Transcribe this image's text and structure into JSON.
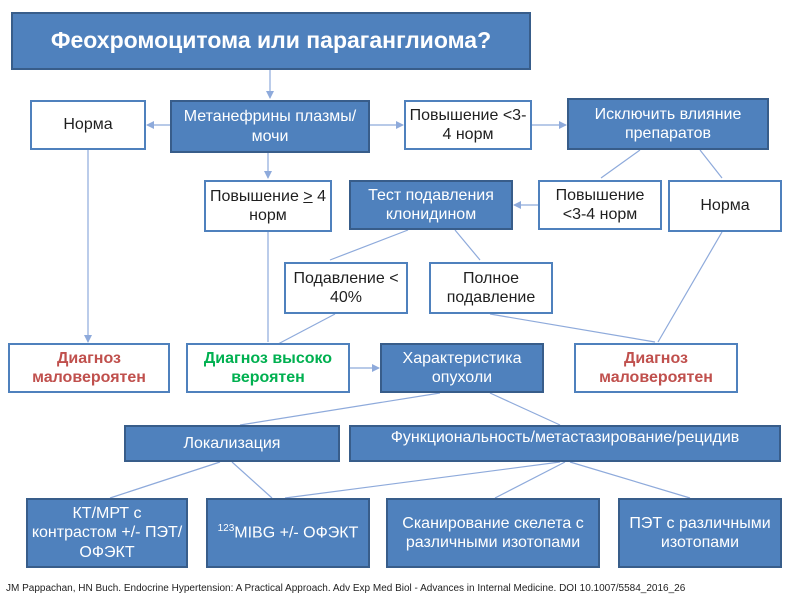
{
  "colors": {
    "box_fill": "#4f81bd",
    "box_border": "#385d8a",
    "line": "#8eaadb",
    "negative_diagnosis": "#c0504d",
    "positive_diagnosis": "#00b050"
  },
  "nodes": {
    "title": "Феохромоцитома или параганглиома?",
    "normal_left": "Норма",
    "metanephrines": "Метанефрины плазмы/мочи",
    "elevated_lt_3_4_top": "Повышение <3-4 норм",
    "exclude_drugs": "Исключить влияние препаратов",
    "elevated_ge_4_pre": "Повышение ",
    "elevated_ge_4_sym": ">",
    "elevated_ge_4_post": " 4 норм",
    "clonidine_test": "Тест подавления клонидином",
    "elevated_lt_3_4_mid": "Повышение <3-4 норм",
    "normal_right": "Норма",
    "suppression_lt_40": "Подавление < 40%",
    "full_suppression": "Полное подавление",
    "dx_unlikely_left": "Диагноз маловероятен",
    "dx_highly_likely": "Диагноз высоко вероятен",
    "tumor_characteristics": "Характеристика опухоли",
    "dx_unlikely_right": "Диагноз маловероятен",
    "localization": "Локализация",
    "functionality": "Функциональность/метастазирование/рецидив",
    "ct_mri": "КТ/МРТ с контрастом +/- ПЭТ/ОФЭКТ",
    "mibg_sup": "123",
    "mibg_text": "MIBG +/- ОФЭКТ",
    "bone_scan": "Сканирование скелета с различными изотопами",
    "pet_isotopes": "ПЭТ с различными изотопами"
  },
  "citation": "JM Pappachan, HN Buch. Endocrine Hypertension: A Practical Approach. Adv Exp Med Biol - Advances in Internal Medicine. DOI 10.1007/5584_2016_26"
}
